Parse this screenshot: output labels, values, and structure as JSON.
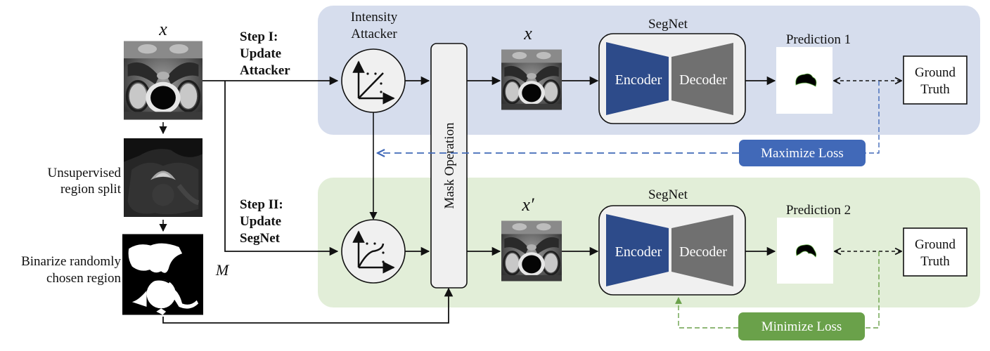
{
  "diagram": {
    "colors": {
      "stage1_bg": "#d6dded",
      "stage2_bg": "#e2eed8",
      "encoder": "#2d4b8a",
      "decoder": "#707070",
      "maximize": "#4169b8",
      "minimize": "#6aa14a",
      "node_fill": "#f0f0f0"
    },
    "input": {
      "symbol": "x",
      "image_desc": "prostate MRI slice"
    },
    "region_split": {
      "label_line1": "Unsupervised",
      "label_line2": "region split"
    },
    "binarize": {
      "label_line1": "Binarize randomly",
      "label_line2": "chosen region",
      "symbol": "M"
    },
    "step1": {
      "line1": "Step I:",
      "line2": "Update",
      "line3": "Attacker"
    },
    "step2": {
      "line1": "Step II:",
      "line2": "Update",
      "line3": "SegNet"
    },
    "attacker": {
      "label_line1": "Intensity",
      "label_line2": "Attacker",
      "icon": "linear-intensity-curve-icon",
      "icon2": "nonlinear-intensity-curve-icon"
    },
    "mask_operation": {
      "label": "Mask Operation"
    },
    "stage1": {
      "image_symbol": "x",
      "segnet_label": "SegNet",
      "encoder_label": "Encoder",
      "decoder_label": "Decoder",
      "prediction_label": "Prediction 1",
      "ground_truth_line1": "Ground",
      "ground_truth_line2": "Truth",
      "loss_label": "Maximize Loss"
    },
    "stage2": {
      "image_symbol": "x′",
      "segnet_label": "SegNet",
      "encoder_label": "Encoder",
      "decoder_label": "Decoder",
      "prediction_label": "Prediction 2",
      "ground_truth_line1": "Ground",
      "ground_truth_line2": "Truth",
      "loss_label": "Minimize Loss"
    }
  }
}
